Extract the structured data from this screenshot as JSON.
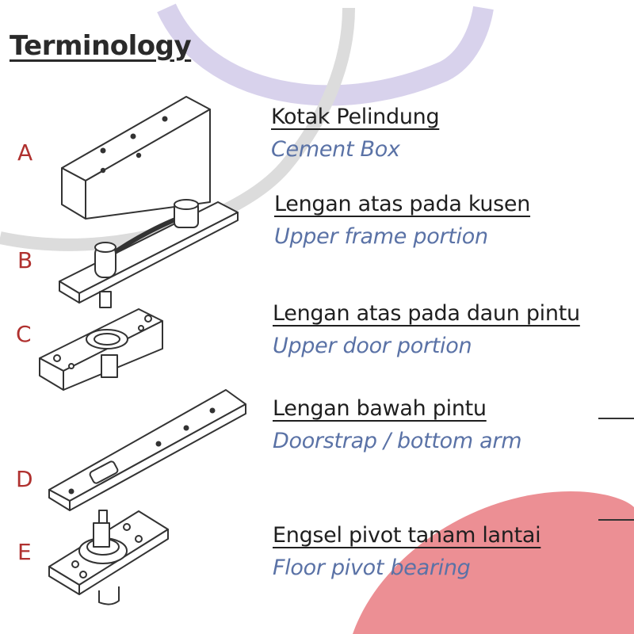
{
  "title": "Terminology",
  "colors": {
    "letter": "#b0312f",
    "indonesian_text": "#1f1f1f",
    "english_text": "#5a72a6",
    "accent_arc": "#cfc9e6",
    "accent_blob": "#ea8d92"
  },
  "parts": [
    {
      "letter": "A",
      "indonesian": "Kotak Pelindung",
      "english": "Cement Box"
    },
    {
      "letter": "B",
      "indonesian": "Lengan atas pada kusen",
      "english": "Upper frame portion"
    },
    {
      "letter": "C",
      "indonesian": "Lengan atas pada daun pintu",
      "english": "Upper door portion"
    },
    {
      "letter": "D",
      "indonesian": "Lengan bawah pintu",
      "english": "Doorstrap / bottom arm"
    },
    {
      "letter": "E",
      "indonesian": "Engsel pivot tanam lantai",
      "english": "Floor pivot bearing"
    }
  ]
}
